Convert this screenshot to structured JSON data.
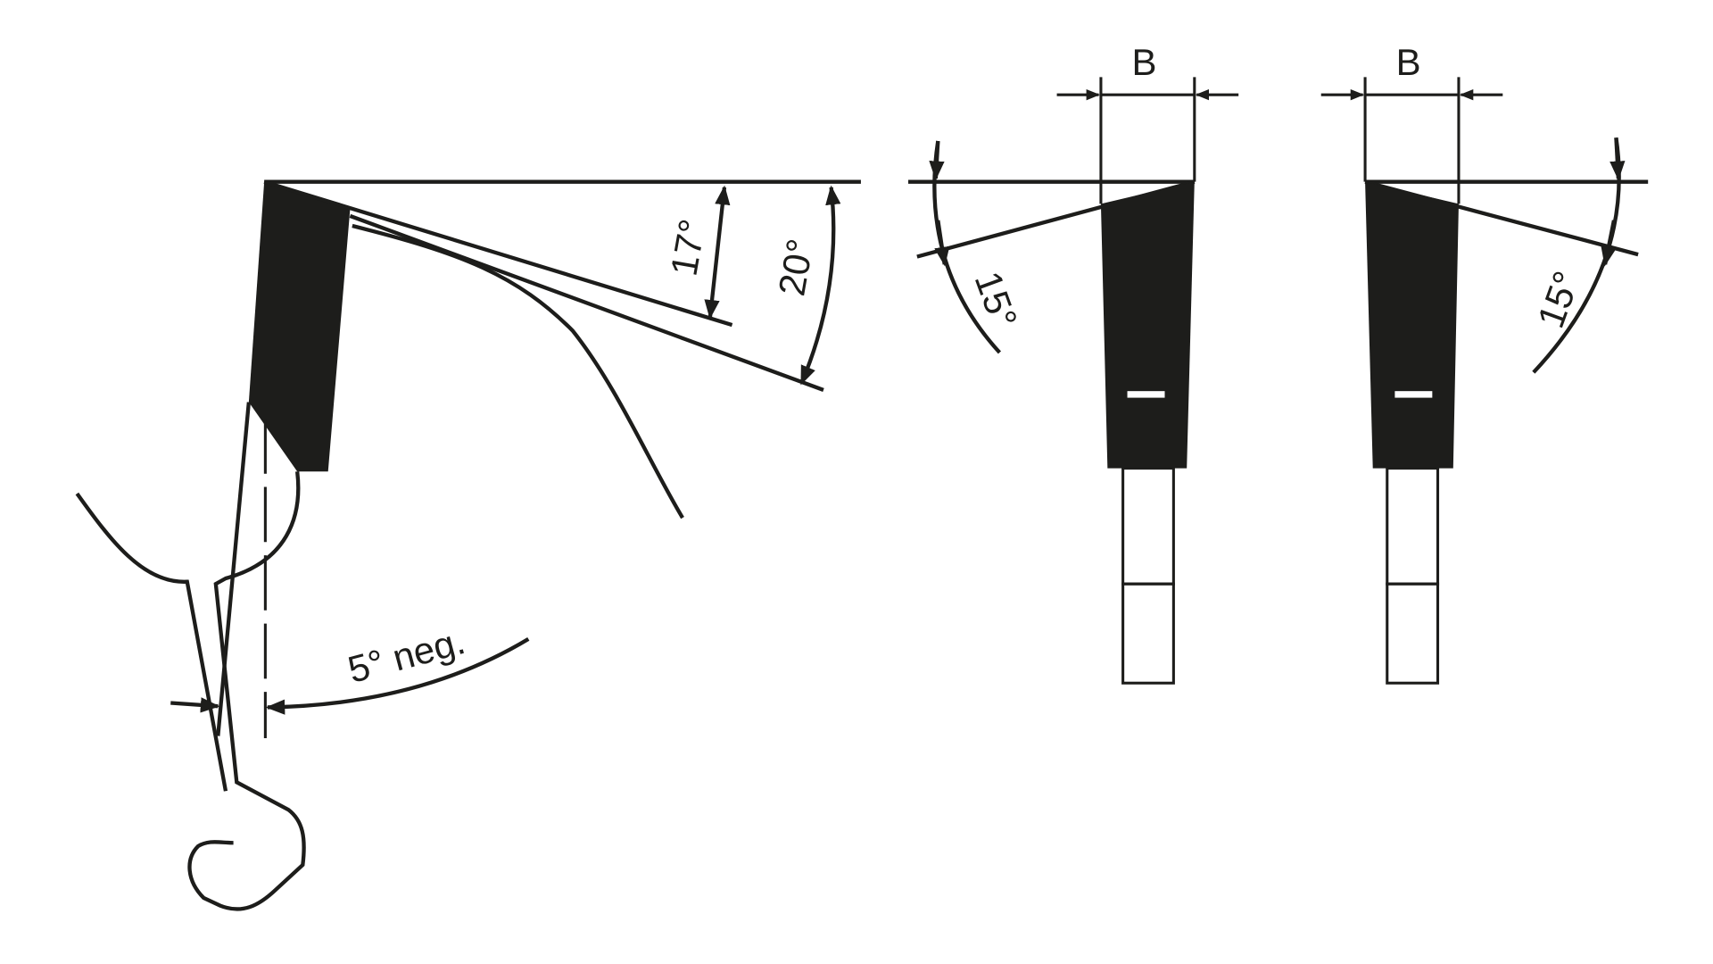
{
  "labels": {
    "rake_angle": "17°",
    "clearance_angle": "20°",
    "hook_angle": "5° neg.",
    "width_left": "B",
    "width_right": "B",
    "bevel_left": "15°",
    "bevel_right": "15°"
  },
  "colors": {
    "ink": "#1d1d1b",
    "background": "#ffffff"
  }
}
